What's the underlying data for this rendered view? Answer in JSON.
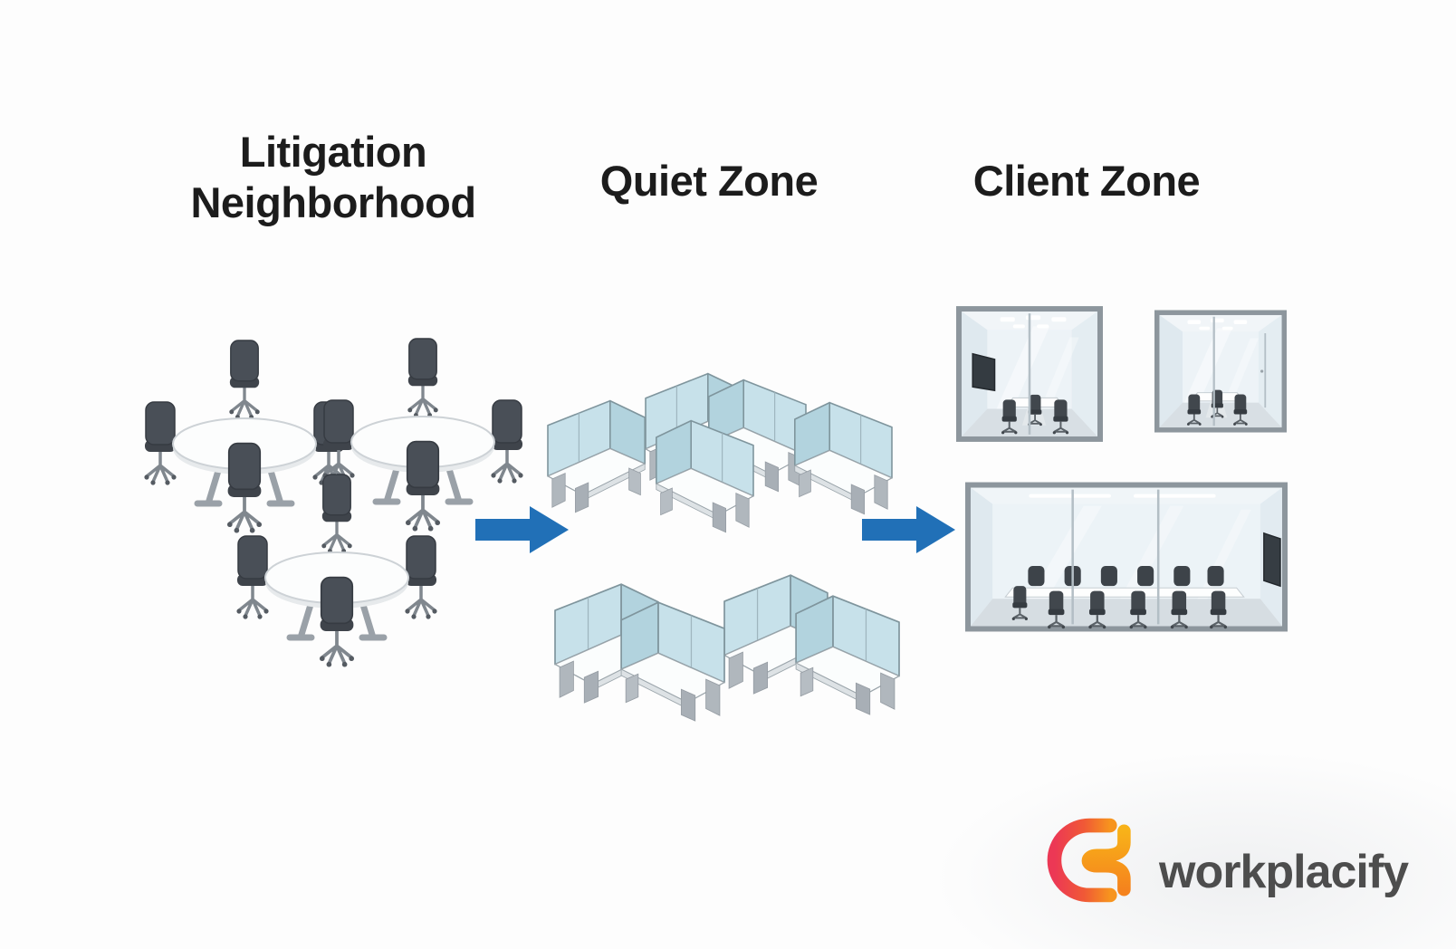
{
  "page": {
    "background": "#fdfdfd"
  },
  "zones": {
    "litigation": {
      "title": "Litigation Neighborhood",
      "furniture": "3 round tables with 4 chairs each"
    },
    "quiet": {
      "title": "Quiet Zone",
      "furniture": "9 partitioned cubicle desks in two clusters"
    },
    "client": {
      "title": "Client Zone",
      "furniture": "2 small glass meeting rooms and 1 large glass boardroom"
    }
  },
  "flow": {
    "arrows": [
      {
        "from": "Litigation Neighborhood",
        "to": "Quiet Zone"
      },
      {
        "from": "Quiet Zone",
        "to": "Client Zone"
      }
    ],
    "arrow_color": "#2170b7"
  },
  "branding": {
    "logo_text": "workplacify",
    "logo_text_color": "#4d4d4d",
    "logo_gradient_start": "#ec3855",
    "logo_gradient_end": "#f7941e"
  },
  "palette": {
    "partition_blue": "#c7e1ea",
    "desk_white": "#fbfdfd",
    "chair_gray": "#494f57",
    "room_glass": "#e2edf3",
    "frame_gray": "#8d969d",
    "title_color": "#1c1c1c"
  }
}
